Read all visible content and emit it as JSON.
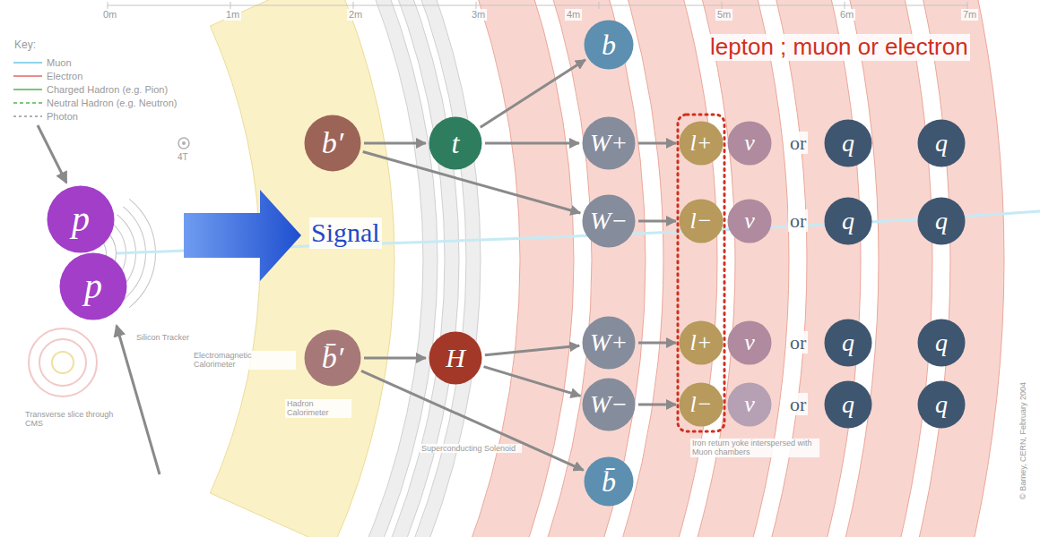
{
  "diagram": {
    "nodes": [
      {
        "text": [
          "p"
        ]
      },
      {
        "text": [
          "p"
        ]
      },
      {
        "text": [
          "b′"
        ]
      },
      {
        "text": [
          "t"
        ]
      },
      {
        "text": [
          "b"
        ]
      },
      {
        "text": [
          "W+"
        ]
      },
      {
        "text": [
          "W−"
        ]
      },
      {
        "text": [
          "b̄′"
        ]
      },
      {
        "text": [
          "H"
        ]
      },
      {
        "text": [
          "W+"
        ]
      },
      {
        "text": [
          "W−"
        ]
      },
      {
        "text": [
          "b̄"
        ]
      },
      {
        "text": [
          "l+"
        ]
      },
      {
        "text": [
          "ν"
        ]
      },
      {
        "text": [
          "q"
        ]
      },
      {
        "text": [
          "q"
        ]
      },
      {
        "text": [
          "l−"
        ]
      },
      {
        "text": [
          "ν"
        ]
      },
      {
        "text": [
          "q"
        ]
      },
      {
        "text": [
          "q"
        ]
      },
      {
        "text": [
          "l+"
        ]
      },
      {
        "text": [
          "ν"
        ]
      },
      {
        "text": [
          "q"
        ]
      },
      {
        "text": [
          "q"
        ]
      },
      {
        "text": [
          "l−"
        ]
      },
      {
        "text": [
          "ν"
        ]
      },
      {
        "text": [
          "q"
        ]
      },
      {
        "text": [
          "q"
        ]
      }
    ],
    "edges": [
      {
        "from": 2,
        "to": 3,
        "arrow": "to"
      },
      {
        "from": 2,
        "to": 6,
        "arrow": "to"
      },
      {
        "from": 3,
        "to": 4,
        "arrow": "to"
      },
      {
        "from": 3,
        "to": 5,
        "arrow": "to"
      },
      {
        "from": 5,
        "to": 12,
        "arrow": "to"
      },
      {
        "from": 6,
        "to": 16,
        "arrow": "to"
      },
      {
        "from": 7,
        "to": 8,
        "arrow": "to"
      },
      {
        "from": 7,
        "to": 11,
        "arrow": "to"
      },
      {
        "from": 8,
        "to": 9,
        "arrow": "to"
      },
      {
        "from": 8,
        "to": 10,
        "arrow": "to"
      },
      {
        "from": 9,
        "to": 20,
        "arrow": "to"
      },
      {
        "from": 10,
        "to": 24,
        "arrow": "to"
      }
    ],
    "labels": [
      "Key:",
      "0m",
      "1m",
      "2m",
      "3m",
      "4m",
      "5m",
      "6m",
      "7m",
      "4T",
      "Silicon Tracker",
      "Electromagnetic Calorimeter",
      "Hadron Calorimeter",
      "Superconducting Solenoid",
      "Iron return yoke interspersed with Muon chambers",
      "Transverse slice through CMS",
      "© Barney, CERN, February 2004",
      "Signal",
      "lepton ; muon or electron",
      "or",
      "or",
      "or",
      "or"
    ],
    "legend": [
      {
        "text": "Muon"
      },
      {
        "text": "Electron"
      },
      {
        "text": "Charged Hadron (e.g. Pion)"
      },
      {
        "text": "Neutral Hadron (e.g. Neutron)"
      },
      {
        "text": "Photon"
      }
    ]
  }
}
